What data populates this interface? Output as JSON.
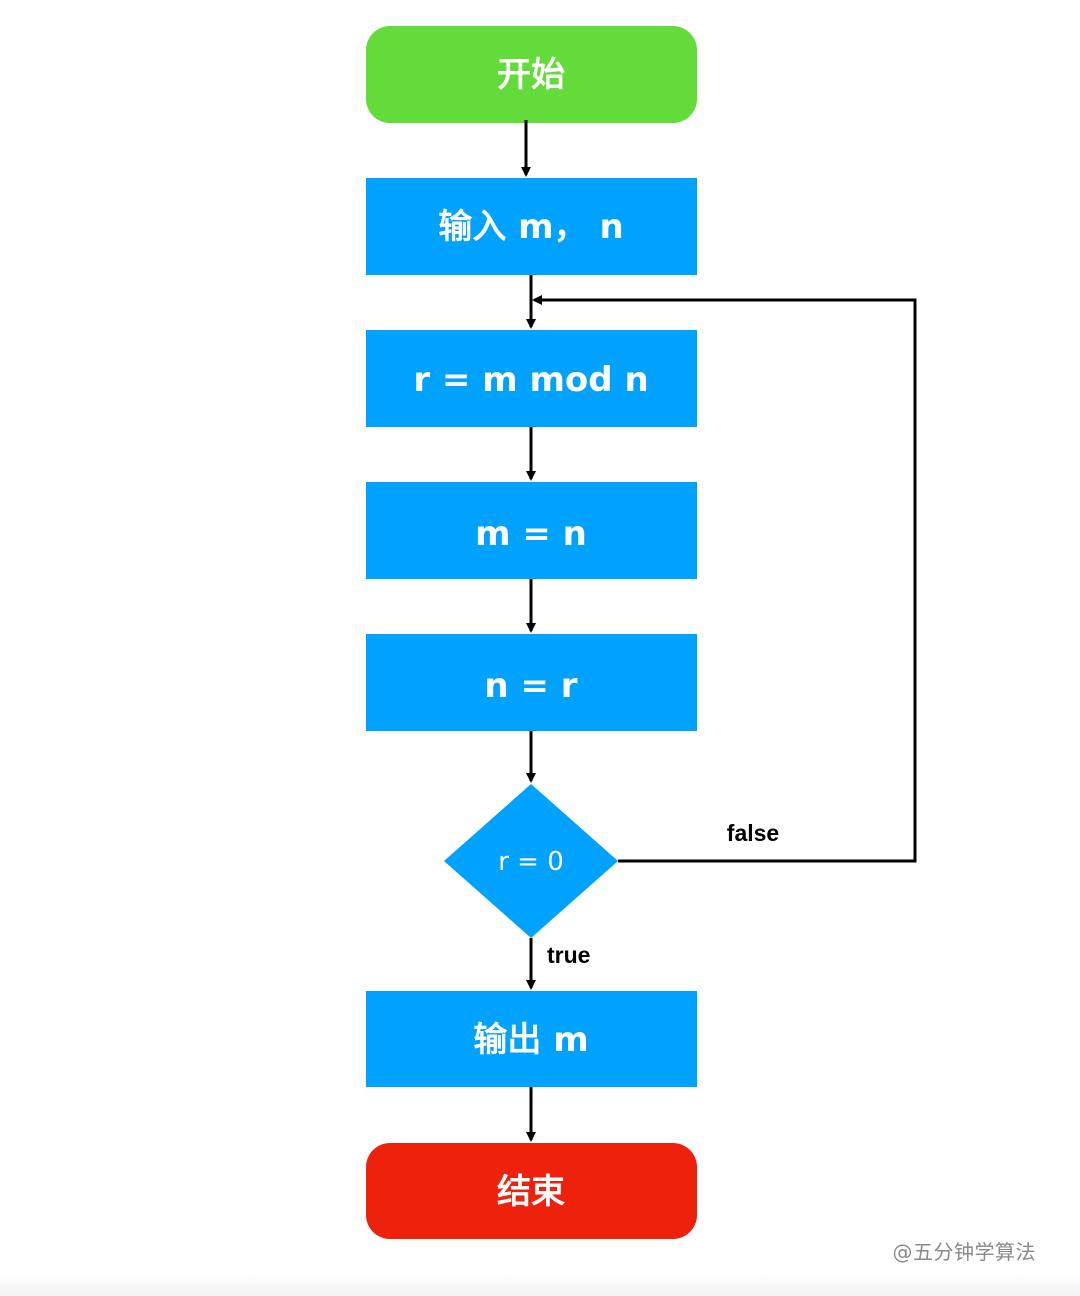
{
  "nodes": {
    "start": {
      "label": "开始",
      "color": "#63DB3A"
    },
    "input": {
      "label": "输入 m， n",
      "color": "#00A2FF"
    },
    "remainder": {
      "label": "r = m mod n",
      "color": "#00A2FF"
    },
    "assign_m": {
      "label": "m = n",
      "color": "#00A2FF"
    },
    "assign_n": {
      "label": "n = r",
      "color": "#00A2FF"
    },
    "decision": {
      "label": "r = 0",
      "color": "#00A2FF"
    },
    "output": {
      "label": "输出 m",
      "color": "#00A2FF"
    },
    "end": {
      "label": "结束",
      "color": "#EE220C"
    }
  },
  "edges": {
    "false_label": "false",
    "true_label": "true"
  },
  "watermark": "@五分钟学算法"
}
